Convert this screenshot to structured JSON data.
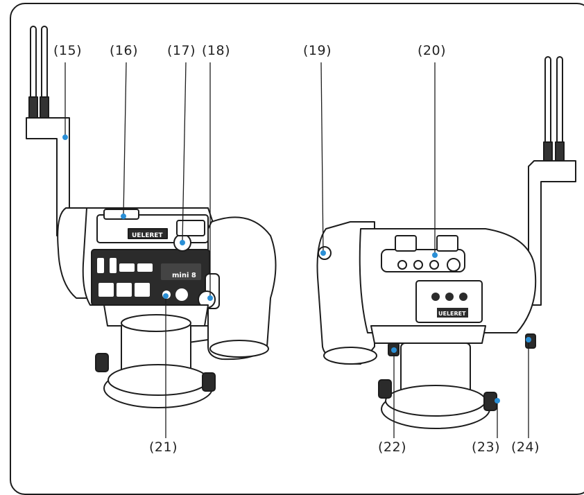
{
  "callouts": [
    {
      "id": "15",
      "text": "(15)"
    },
    {
      "id": "16",
      "text": "(16)"
    },
    {
      "id": "17",
      "text": "(17)"
    },
    {
      "id": "18",
      "text": "(18)"
    },
    {
      "id": "19",
      "text": "(19)"
    },
    {
      "id": "20",
      "text": "(20)"
    },
    {
      "id": "21",
      "text": "(21)"
    },
    {
      "id": "22",
      "text": "(22)"
    },
    {
      "id": "23",
      "text": "(23)"
    },
    {
      "id": "24",
      "text": "(24)"
    }
  ],
  "device_markings": {
    "brand_left": "UELERET",
    "brand_right": "UELERET",
    "model_text": "mini 8"
  },
  "colors": {
    "outline": "#1c1c1c",
    "body_fill": "#ffffff",
    "pointer": "#2a8fd6",
    "dark_panel": "#2b2b2b"
  }
}
